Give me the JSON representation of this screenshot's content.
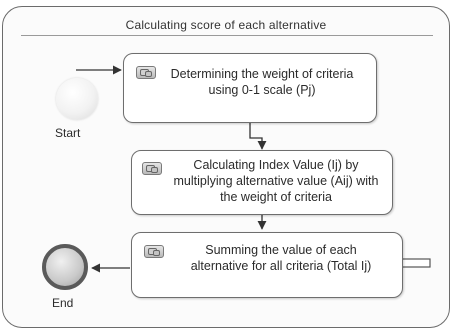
{
  "diagram": {
    "title": "Calculating score of each alternative",
    "start_label": "Start",
    "end_label": "End",
    "tasks": [
      {
        "text": "Determining the weight of criteria using 0-1 scale (Pj)"
      },
      {
        "text": "Calculating Index Value (Ij) by multiplying alternative value (Aij) with the weight of criteria"
      },
      {
        "text": "Summing the value of each alternative for all criteria (Total Ij)"
      }
    ]
  }
}
